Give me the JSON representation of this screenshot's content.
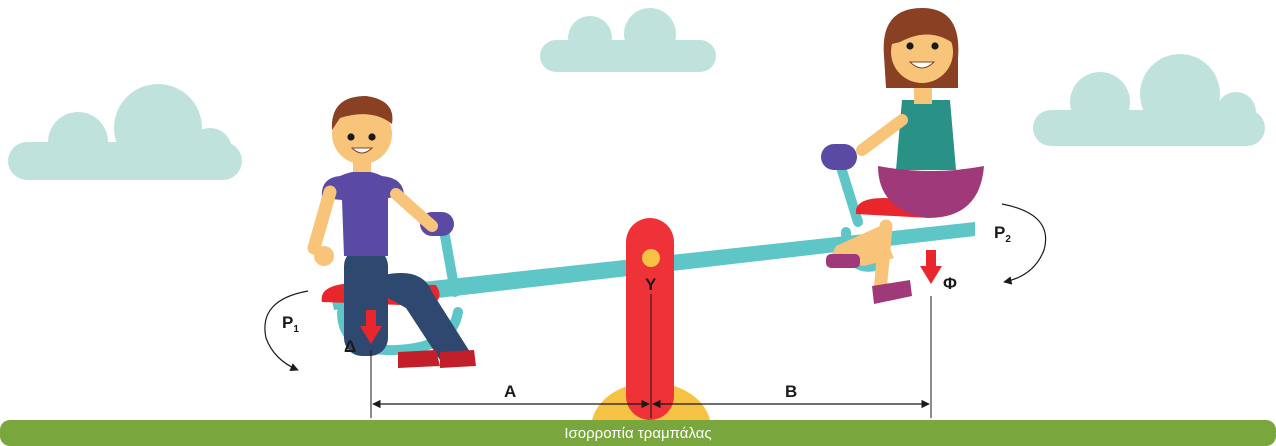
{
  "labels": {
    "pivot": "Υ",
    "left_force": "Δ",
    "right_force": "Φ",
    "left_distance": "A",
    "right_distance": "B",
    "left_moment_base": "P",
    "left_moment_sub": "1",
    "right_moment_base": "P",
    "right_moment_sub": "2"
  },
  "caption": "Ισορροπία τραμπάλας",
  "colors": {
    "cloud": "#bfe3dc",
    "beam": "#5fc6c7",
    "pivot": "#ee3237",
    "pivot_cap": "#f6c244",
    "base": "#f6c244",
    "seat": "#e8262b",
    "arrow": "#e8262b",
    "ground": "#79a63d",
    "skin": "#f8c47a",
    "hair": "#8a4023",
    "boy_shirt": "#5b4aa3",
    "boy_pants": "#2f4870",
    "girl_top": "#2a9186",
    "girl_skirt": "#a0397a"
  }
}
